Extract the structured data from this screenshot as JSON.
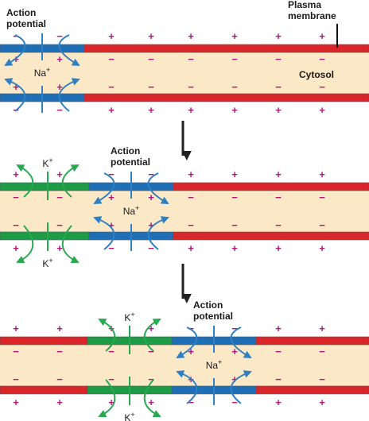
{
  "colors": {
    "cytosol": "#fbe8c6",
    "resting": "#d9262b",
    "depolarized": "#1f6fb6",
    "repolarizing": "#1e9b47",
    "sign": "#b0167a",
    "flow_na": "#2f7fc4",
    "flow_k": "#2aa84f",
    "arrow": "#222222"
  },
  "labels": {
    "plasma_membrane_line1": "Plasma",
    "plasma_membrane_line2": "membrane",
    "cytosol": "Cytosol",
    "action_potential_line1": "Action",
    "action_potential_line2": "potential",
    "na_ion": "Na",
    "k_ion": "K",
    "ion_charge": "+",
    "positive": "+",
    "negative": "−"
  },
  "panels": [
    {
      "stage": 1,
      "segments": [
        "depolarized",
        "resting"
      ],
      "na_influx": true,
      "k_efflux": false
    },
    {
      "stage": 2,
      "segments": [
        "repolarizing",
        "depolarized",
        "resting"
      ],
      "na_influx": true,
      "k_efflux": true
    },
    {
      "stage": 3,
      "segments": [
        "resting",
        "repolarizing",
        "depolarized",
        "resting"
      ],
      "na_influx": true,
      "k_efflux": true
    }
  ]
}
